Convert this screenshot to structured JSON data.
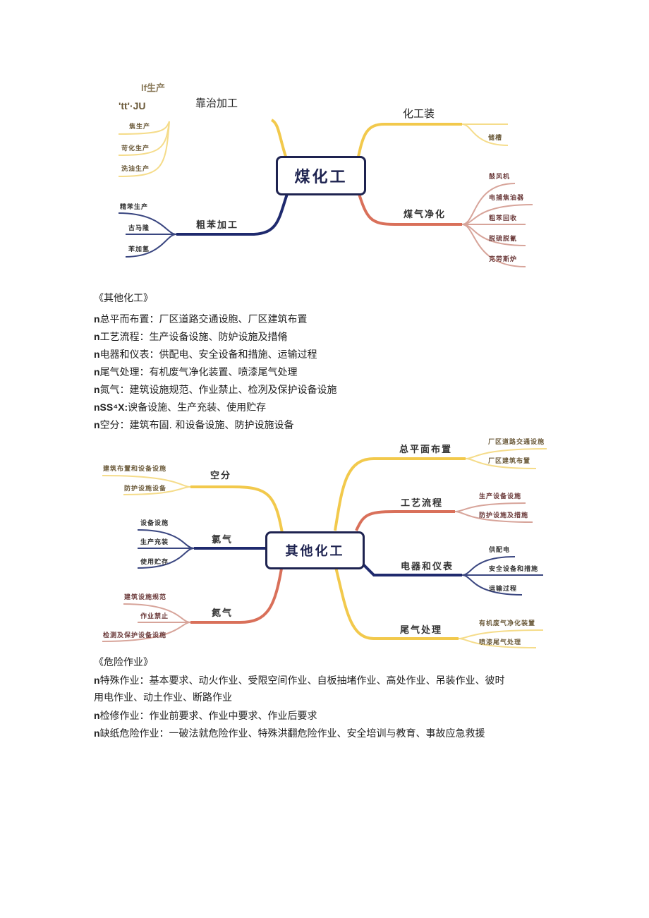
{
  "map1": {
    "center": "煤化工",
    "stray_text": {
      "top1": "lf生产",
      "top2": "'tt'·JU",
      "left_title": "靠治加工",
      "right_title": "化工装"
    },
    "left_top_leaves": [
      "焦生产",
      "苛化生产",
      "洗油生产"
    ],
    "branch_benzene": {
      "label": "粗苯加工",
      "leaves": [
        "精苯生产",
        "古马隆",
        "苯加氢"
      ]
    },
    "branch_storage": {
      "leaves": [
        "储槽"
      ]
    },
    "branch_gas": {
      "label": "煤气净化",
      "leaves": [
        "鼓风机",
        "电捕焦油器",
        "粗苯回收",
        "脱硫脱氰",
        "克劳斯炉"
      ]
    }
  },
  "section_other": {
    "title": "《其他化工》",
    "items": [
      {
        "bullet": "n",
        "text": "总平而布置：厂区道路交通设胞、厂区建筑布置"
      },
      {
        "bullet": "n",
        "text": "工艺流程：生产设备设施、防妒设施及措脩"
      },
      {
        "bullet": "n",
        "text": "电器和仪表：供配电、安全设备和措施、运输过程"
      },
      {
        "bullet": "n",
        "text": "尾气处理：有机废气净化装置、喷漆尾气处理"
      },
      {
        "bullet": "n",
        "text": "氮气：建筑设施规范、作业禁止、检冽及保护设备设施"
      },
      {
        "bullet": "nSS⁴X:",
        "text": "谀备设施、生产充装、使用贮存"
      },
      {
        "bullet": "n",
        "text": "空分：建筑布固. 和设备设施、防护设施设备"
      }
    ]
  },
  "map2": {
    "center": "其他化工",
    "left": [
      {
        "label": "空分",
        "leaves": [
          "建筑布置和设备设施",
          "防护设施设备"
        ]
      },
      {
        "label": "氯气",
        "leaves": [
          "设备设施",
          "生产充装",
          "使用贮存"
        ]
      },
      {
        "label": "氮气",
        "leaves": [
          "建筑设施规范",
          "作业禁止",
          "检测及保护设备设施"
        ]
      }
    ],
    "right": [
      {
        "label": "总平面布置",
        "leaves": [
          "厂区道路交通设施",
          "厂区建筑布置"
        ]
      },
      {
        "label": "工艺流程",
        "leaves": [
          "生产设备设施",
          "防护设施及措施"
        ]
      },
      {
        "label": "电器和仪表",
        "leaves": [
          "供配电",
          "安全设备和措施",
          "运输过程"
        ]
      },
      {
        "label": "尾气处理",
        "leaves": [
          "有机废气净化装置",
          "喷漆尾气处理"
        ]
      }
    ]
  },
  "section_danger": {
    "title": "《危险作业》",
    "items": [
      {
        "bullet": "n",
        "text": "特殊作业：基本要求、动火作业、受限空间作业、自板抽堵作业、高处作业、吊装作业、彼时",
        "cont": "用电作业、动土作业、断路作业"
      },
      {
        "bullet": "n",
        "text": "检修作业：作业前要求、作业中要求、作业后要求"
      },
      {
        "bullet": "n",
        "text": "缺纸危险作业：一破法就危险作业、特殊洪翻危险作业、安全培训与教育、事故应急救援"
      }
    ]
  },
  "colors": {
    "yellow": "#f2c94c",
    "navy": "#1f2a6e",
    "red": "#d9705a",
    "pink": "#d7a49a",
    "leaf_text": "#6b5a3a"
  }
}
